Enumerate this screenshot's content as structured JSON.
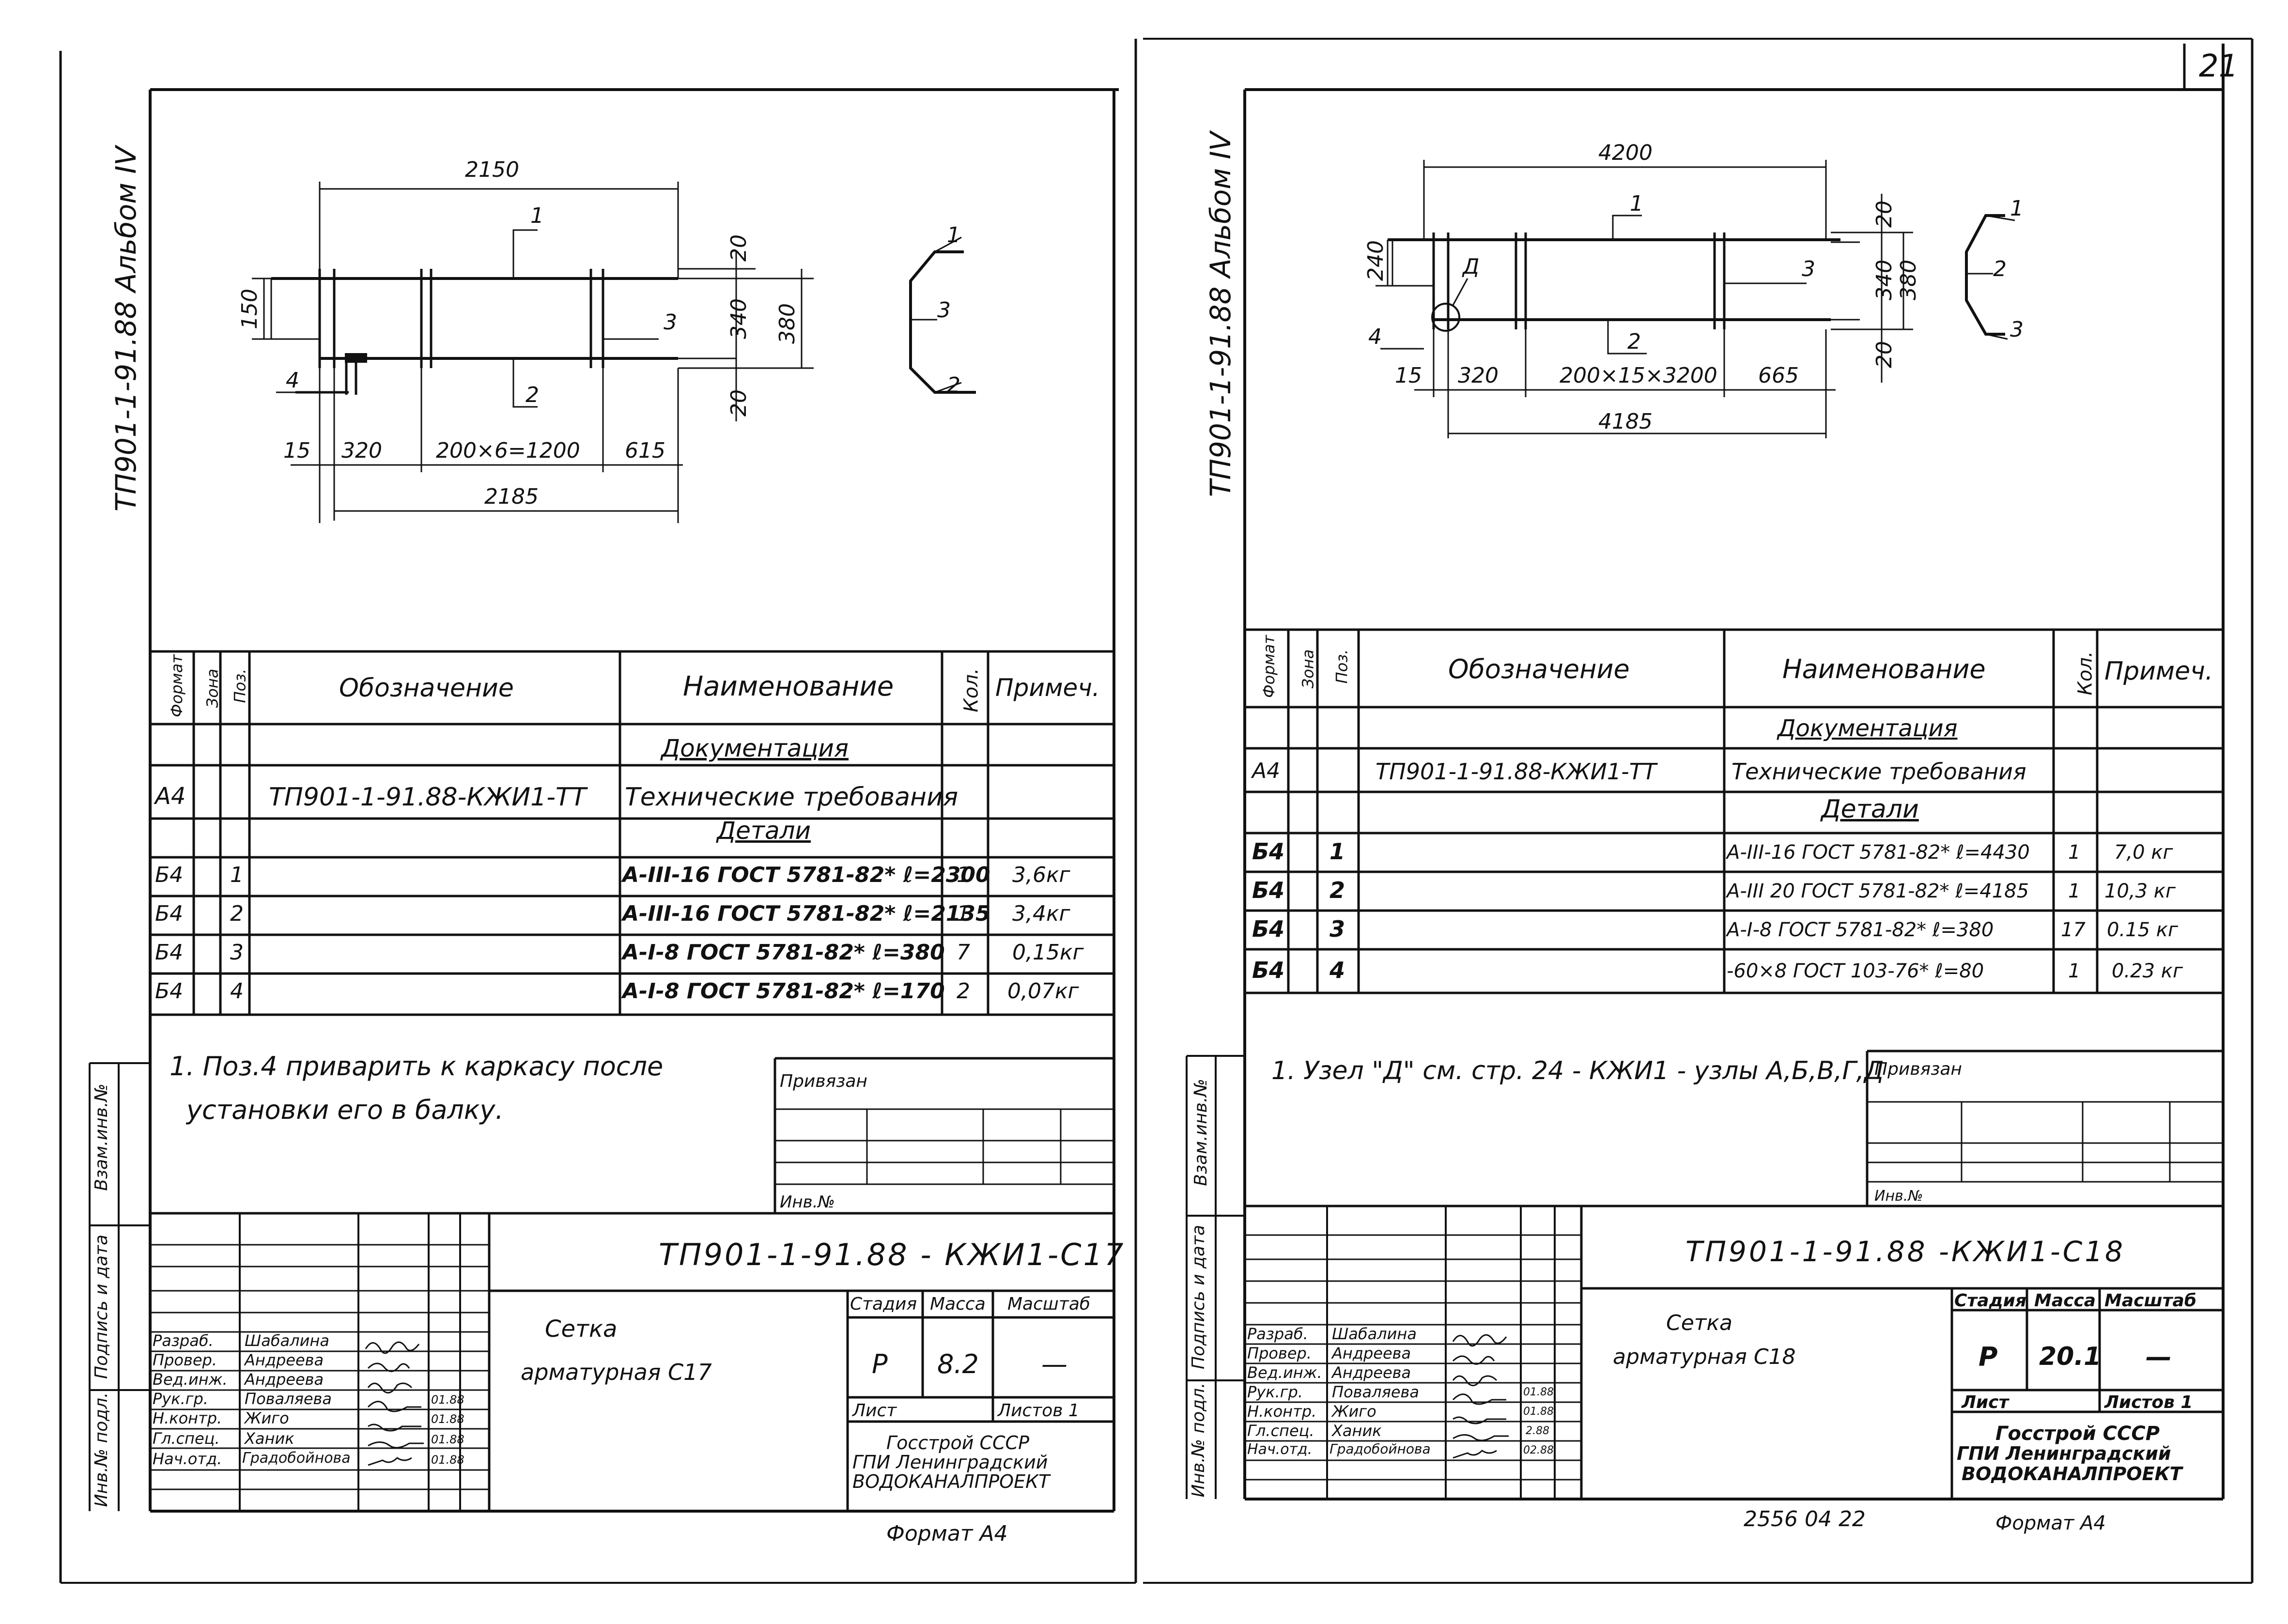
{
  "page_number": "21",
  "left": {
    "vertical_title": "ТП901-1-91.88 Альбом IV",
    "drawing": {
      "dims": [
        "2150",
        "20",
        "340",
        "380",
        "20",
        "150",
        "15",
        "320",
        "200×6=1200",
        "615",
        "2185"
      ],
      "pos_labels": [
        "1",
        "2",
        "3",
        "4"
      ],
      "section_labels": [
        "1",
        "3",
        "2"
      ]
    },
    "spec": {
      "headers": [
        "Формат",
        "Зона",
        "Поз.",
        "Обозначение",
        "Наименование",
        "Кол.",
        "Примеч."
      ],
      "section_docs": "Документация",
      "doc_row": [
        "А4",
        "",
        "",
        "ТП901-1-91.88-КЖИ1-ТТ",
        "Технические требования",
        "",
        ""
      ],
      "section_parts": "Детали",
      "rows": [
        [
          "Б4",
          "",
          "1",
          "",
          "А-III-16 ГОСТ 5781-82* ℓ=2300",
          "1",
          "3,6кг"
        ],
        [
          "Б4",
          "",
          "2",
          "",
          "А-III-16 ГОСТ 5781-82* ℓ=2135",
          "1",
          "3,4кг"
        ],
        [
          "Б4",
          "",
          "3",
          "",
          "А-I-8 ГОСТ 5781-82* ℓ=380",
          "7",
          "0,15кг"
        ],
        [
          "Б4",
          "",
          "4",
          "",
          "А-I-8 ГОСТ 5781-82* ℓ=170",
          "2",
          "0,07кг"
        ]
      ]
    },
    "note_line1": "1. Поз.4 приварить к каркасу после",
    "note_line2": "установки его в балку.",
    "privyazan": "Привязан",
    "inv": "Инв.№",
    "side_labels": [
      "Взам.инв.№",
      "Подпись и дата",
      "Инв.№ подл."
    ],
    "title_block": {
      "code": "ТП901-1-91.88 - КЖИ1-С17",
      "name_line1": "Сетка",
      "name_line2": "арматурная С17",
      "stage_h": "Стадия",
      "mass_h": "Масса",
      "scale_h": "Масштаб",
      "stage": "Р",
      "mass": "8.2",
      "scale": "—",
      "sheet_h": "Лист",
      "sheets_h": "Листов 1",
      "org1": "Госстрой СССР",
      "org2": "ГПИ Ленинградский",
      "org3": "ВОДОКАНАЛПРОЕКТ",
      "roles": [
        "Разраб.",
        "Провер.",
        "Вед.инж.",
        "Рук.гр.",
        "Н.контр.",
        "Гл.спец.",
        "Нач.отд."
      ],
      "names": [
        "Шабалина",
        "Андреева",
        "Андреева",
        "Поваляева",
        "Жиго",
        "Ханик",
        "Градобойнова"
      ],
      "dates": [
        "",
        "",
        "",
        "01.88",
        "01.88",
        "01.88",
        "01.88"
      ],
      "format": "Формат А4"
    }
  },
  "right": {
    "vertical_title": "ТП901-1-91.88 Альбом IV",
    "drawing": {
      "dims": [
        "4200",
        "20",
        "340",
        "380",
        "20",
        "240",
        "15",
        "320",
        "200×15×3200",
        "665",
        "4185"
      ],
      "pos_labels": [
        "1",
        "2",
        "3",
        "4"
      ],
      "node_label": "Д",
      "section_labels": [
        "1",
        "2",
        "3"
      ]
    },
    "spec": {
      "headers": [
        "Формат",
        "Зона",
        "Поз.",
        "Обозначение",
        "Наименование",
        "Кол.",
        "Примеч."
      ],
      "section_docs": "Документация",
      "doc_row": [
        "А4",
        "",
        "",
        "ТП901-1-91.88-КЖИ1-ТТ",
        "Технические требования",
        "",
        ""
      ],
      "section_parts": "Детали",
      "rows": [
        [
          "Б4",
          "",
          "1",
          "",
          "А-III-16 ГОСТ 5781-82* ℓ=4430",
          "1",
          "7,0 кг"
        ],
        [
          "Б4",
          "",
          "2",
          "",
          "А-III 20 ГОСТ 5781-82* ℓ=4185",
          "1",
          "10,3 кг"
        ],
        [
          "Б4",
          "",
          "3",
          "",
          "А-I-8 ГОСТ 5781-82* ℓ=380",
          "17",
          "0.15 кг"
        ],
        [
          "Б4",
          "",
          "4",
          "",
          "-60×8 ГОСТ 103-76* ℓ=80",
          "1",
          "0.23 кг"
        ]
      ]
    },
    "note_line1": "1. Узел \"Д\" см. стр. 24 - КЖИ1 - узлы А,Б,В,Г,Д",
    "privyazan": "Привязан",
    "inv": "Инв.№",
    "side_labels": [
      "Взам.инв.№",
      "Подпись и дата",
      "Инв.№ подл."
    ],
    "title_block": {
      "code": "ТП901-1-91.88 -КЖИ1-С18",
      "name_line1": "Сетка",
      "name_line2": "арматурная С18",
      "stage_h": "Стадия",
      "mass_h": "Масса",
      "scale_h": "Масштаб",
      "stage": "Р",
      "mass": "20.1",
      "scale": "—",
      "sheet_h": "Лист",
      "sheets_h": "Листов 1",
      "org1": "Госстрой СССР",
      "org2": "ГПИ Ленинградский",
      "org3": "ВОДОКАНАЛПРОЕКТ",
      "roles": [
        "Разраб.",
        "Провер.",
        "Вед.инж.",
        "Рук.гр.",
        "Н.контр.",
        "Гл.спец.",
        "Нач.отд."
      ],
      "names": [
        "Шабалина",
        "Андреева",
        "Андреева",
        "Поваляева",
        "Жиго",
        "Ханик",
        "Градобойнова"
      ],
      "dates": [
        "",
        "",
        "",
        "01.88",
        "01.88",
        "2.88",
        "02.88"
      ],
      "stamp": "2556 04  22",
      "format": "Формат А4"
    }
  }
}
